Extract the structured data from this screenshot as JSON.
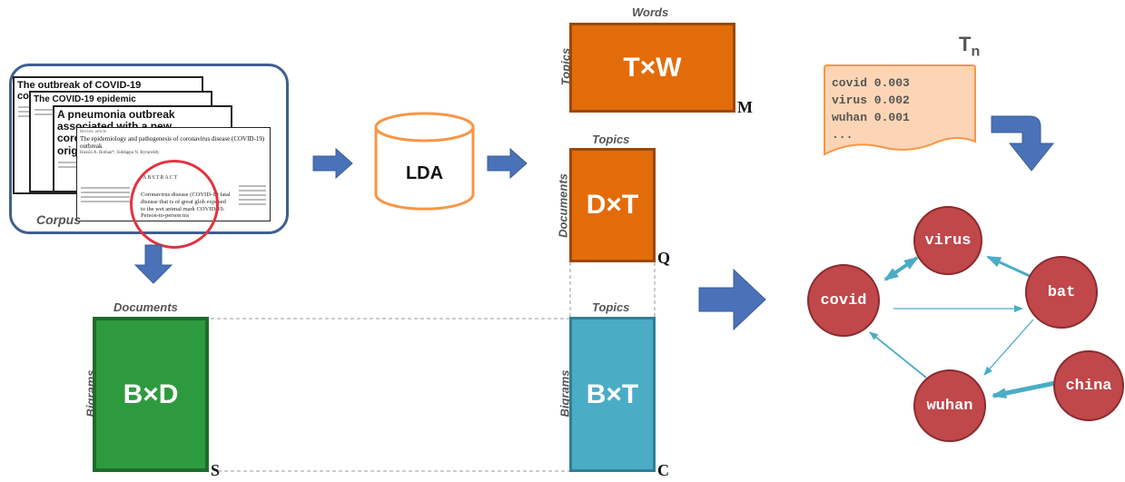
{
  "corpus": {
    "label": "Corpus",
    "papers": [
      {
        "title": "The outbreak of COVID-19 coronavirus and"
      },
      {
        "title": "The COVID-19 epidemic"
      },
      {
        "title": "A pneumonia outbreak associated with a new coronavirus of probable bat origin"
      },
      {
        "title": "The epidemiology and pathogenesis of coronavirus disease (COVID-19) outbreak",
        "kicker": "Review article",
        "authors": "Hussin A. Rothan*, Siddappa N. Byrareddy",
        "abstract_heading": "ABSTRACT",
        "abstract_text": "Coronavirus disease (COVID-19 fatal disease that is of great glob exposed to the wet animal mark COVID-19. Person-to-person tra"
      }
    ]
  },
  "lda": {
    "label": "LDA"
  },
  "matrices": {
    "tw": {
      "label": "T×W",
      "top_label": "Words",
      "side_label": "Topics",
      "corner": "M",
      "color": "#e36c0a"
    },
    "dt": {
      "label": "D×T",
      "top_label": "Topics",
      "side_label": "Documents",
      "corner": "Q",
      "color": "#e36c0a"
    },
    "bd": {
      "label": "B×D",
      "top_label": "Documents",
      "side_label": "Bigrams",
      "corner": "S",
      "color": "#2e9a3f"
    },
    "bt": {
      "label": "B×T",
      "top_label": "Topics",
      "side_label": "Bigrams",
      "corner": "C",
      "color": "#4bacc6"
    }
  },
  "topic_card": {
    "title_main": "T",
    "title_sub": "n",
    "lines": [
      "covid 0.003",
      "virus 0.002",
      "wuhan 0.001",
      "..."
    ],
    "bg_color": "#fbd5b5",
    "border_color": "#f79646"
  },
  "graph": {
    "nodes": {
      "virus": "virus",
      "covid": "covid",
      "bat": "bat",
      "wuhan": "wuhan",
      "china": "china"
    },
    "node_color": "#c0474a",
    "edge_color": "#4bacc6"
  },
  "colors": {
    "arrow": "#4a72b8",
    "corpus_border": "#3f5f8f"
  }
}
